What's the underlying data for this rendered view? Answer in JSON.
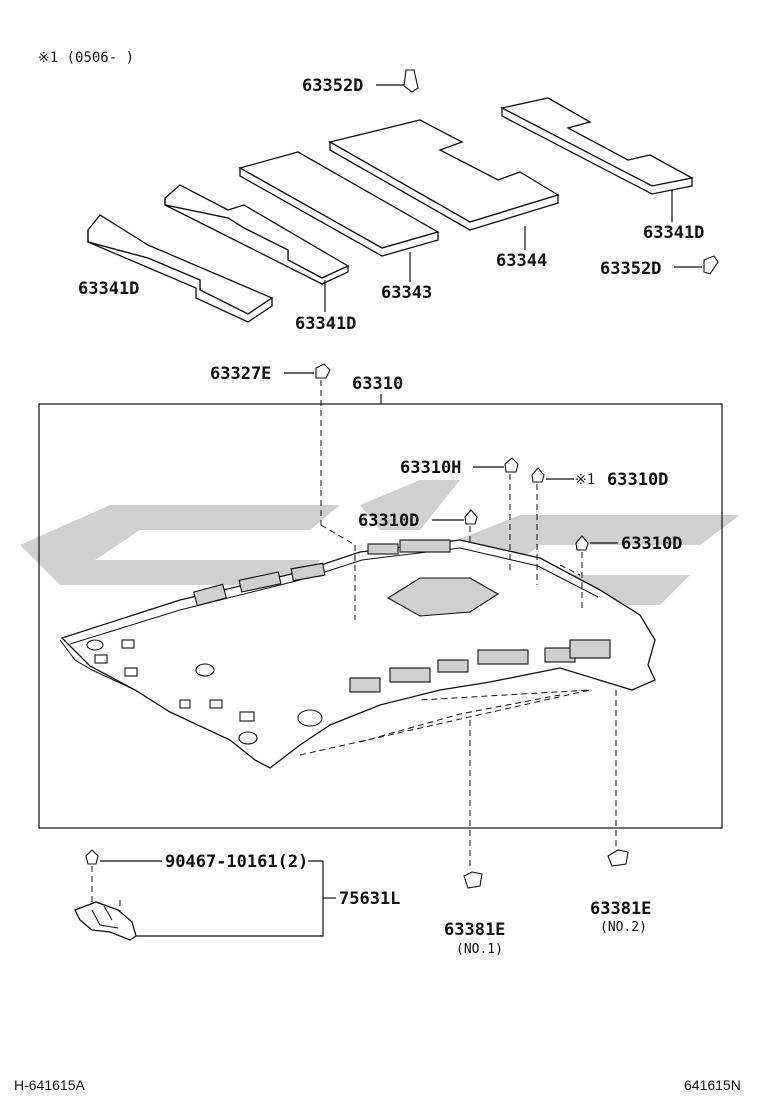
{
  "note_top": "※1 (0506-    )",
  "labels": {
    "p63352D_top": "63352D",
    "p63341D_right": "63341D",
    "p63352D_right": "63352D",
    "p63344": "63344",
    "p63343": "63343",
    "p63341D_left": "63341D",
    "p63341D_mid": "63341D",
    "p63327E": "63327E",
    "p63310": "63310",
    "p63310H": "63310H",
    "p63310D_a_mark": "※1",
    "p63310D_a": "63310D",
    "p63310D_b": "63310D",
    "p63310D_c": "63310D",
    "p90467": "90467-10161(2)",
    "p75631L": "75631L",
    "p63381E_1": "63381E",
    "p63381E_1_sub": "(NO.1)",
    "p63381E_2": "63381E",
    "p63381E_2_sub": "(NO.2)"
  },
  "footer": {
    "left_code": "H-641615A",
    "right_code": "641615N"
  }
}
